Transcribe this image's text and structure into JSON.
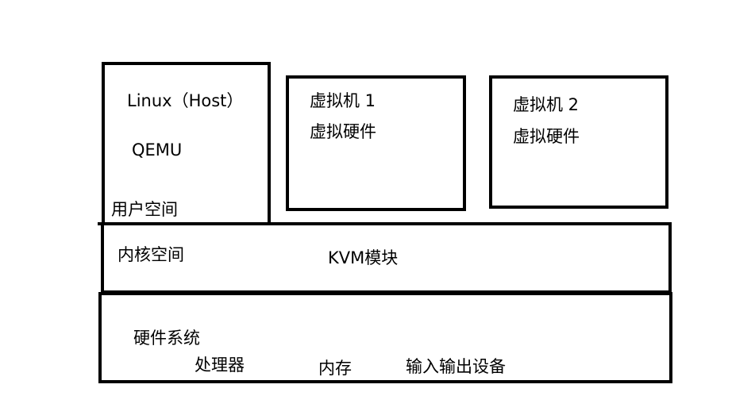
{
  "diagram": {
    "host": {
      "title": "Linux（Host）",
      "qemu": "QEMU",
      "user_space": "用户空间"
    },
    "vm1": {
      "title": "虚拟机 1",
      "hardware": "虚拟硬件"
    },
    "vm2": {
      "title": "虚拟机 2",
      "hardware": "虚拟硬件"
    },
    "kernel": {
      "kernel_space": "内核空间",
      "kvm_module": "KVM模块"
    },
    "hardware": {
      "title": "硬件系统",
      "cpu": "处理器",
      "memory": "内存",
      "io": "输入输出设备"
    }
  }
}
